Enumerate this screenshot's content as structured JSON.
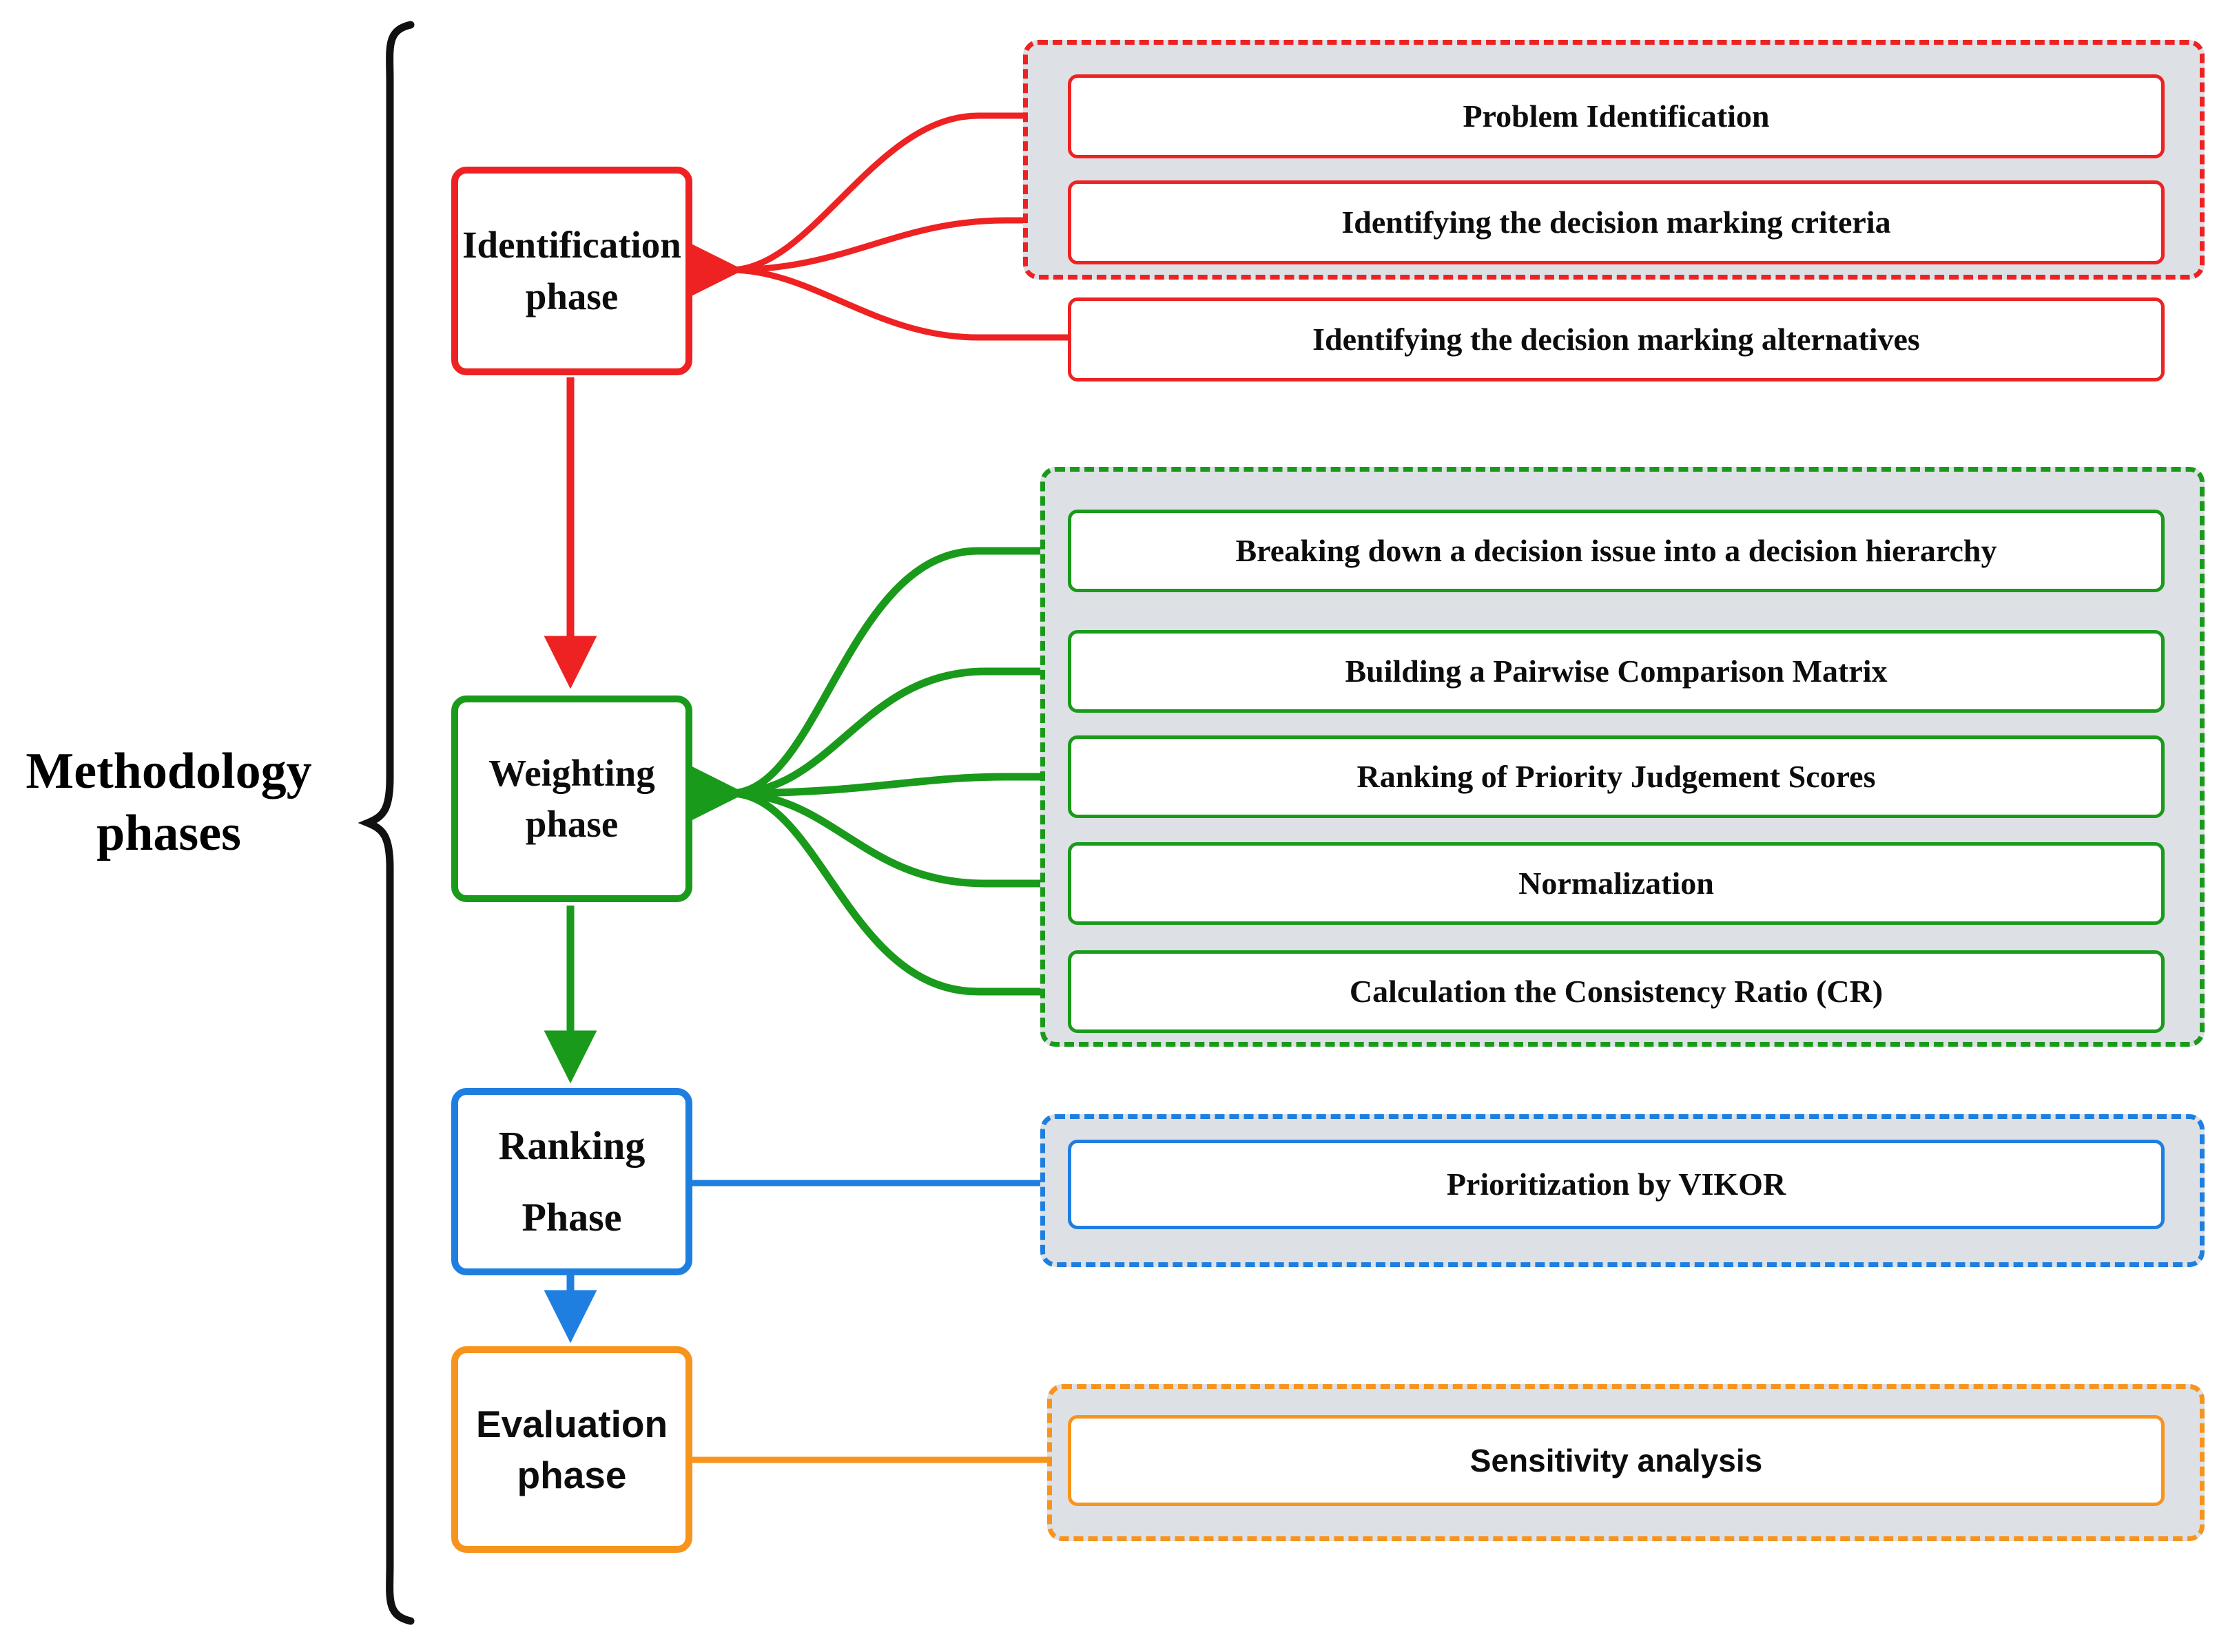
{
  "diagram": {
    "title_label": "Methodology phases",
    "brace_icon": "curly-brace-icon",
    "colors": {
      "identification": "#ee2222",
      "weighting": "#1a9a1a",
      "ranking": "#1f7fe0",
      "evaluation": "#f7941e",
      "panel_fill": "#dde1e5",
      "node_fill": "#ffffff",
      "text": "#0d0d0d"
    },
    "phases": [
      {
        "key": "identification",
        "label": "Identification phase",
        "color": "#ee2222",
        "steps": [
          "Problem  Identification",
          "Identifying the decision marking criteria",
          "Identifying the decision marking alternatives"
        ]
      },
      {
        "key": "weighting",
        "label": "Weighting phase",
        "color": "#1a9a1a",
        "steps": [
          "Breaking down a decision issue into a decision hierarchy",
          "Building a Pairwise Comparison Matrix",
          "Ranking of Priority Judgement Scores",
          "Normalization",
          "Calculation the Consistency Ratio (CR)"
        ]
      },
      {
        "key": "ranking",
        "label": "Ranking\nPhase",
        "label_line1": "Ranking",
        "label_line2": "Phase",
        "color": "#1f7fe0",
        "steps": [
          "Prioritization by VIKOR"
        ]
      },
      {
        "key": "evaluation",
        "label": "Evaluation phase",
        "color": "#f7941e",
        "steps": [
          "Sensitivity analysis"
        ]
      }
    ],
    "flow_arrows": [
      {
        "from": "identification",
        "to": "weighting",
        "color": "#ee2222"
      },
      {
        "from": "weighting",
        "to": "ranking",
        "color": "#1a9a1a"
      },
      {
        "from": "ranking",
        "to": "evaluation",
        "color": "#1f7fe0"
      }
    ]
  }
}
